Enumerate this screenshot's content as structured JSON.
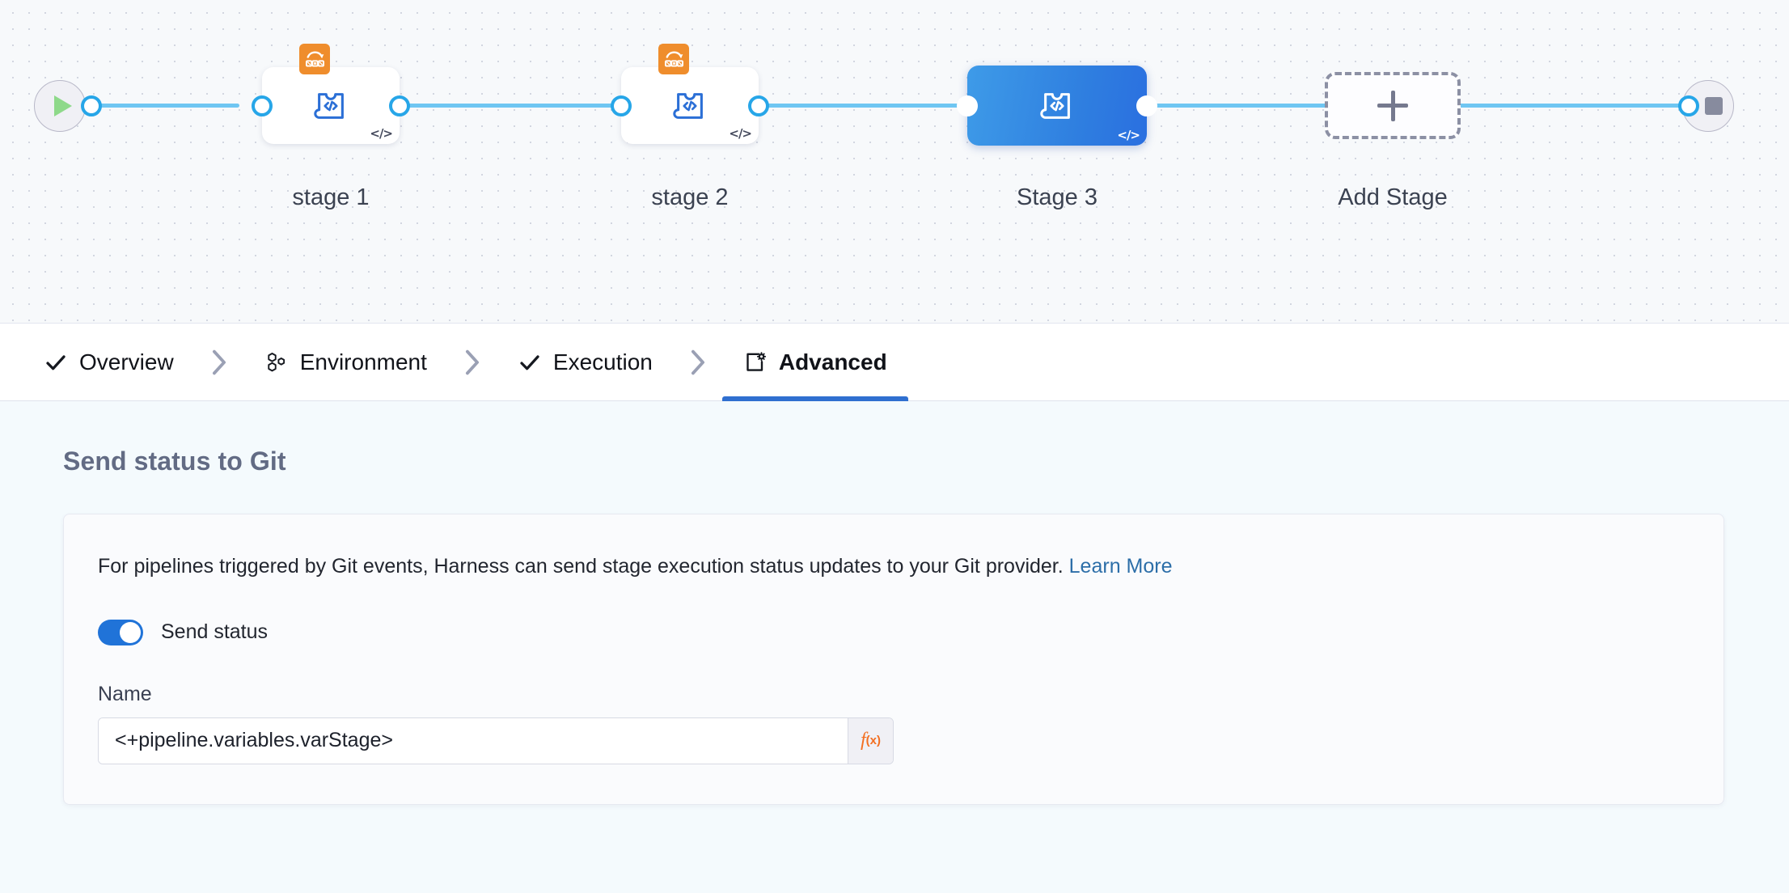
{
  "pipeline": {
    "start_node": {
      "icon": "play-icon",
      "name": "start-node"
    },
    "end_node": {
      "icon": "stop-icon",
      "name": "end-node"
    },
    "stages": [
      {
        "label": "stage 1",
        "selected": false,
        "has_matrix_badge": true,
        "icon": "ci-stage-icon",
        "corner_icon": "code-tag-icon"
      },
      {
        "label": "stage 2",
        "selected": false,
        "has_matrix_badge": true,
        "icon": "ci-stage-icon",
        "corner_icon": "code-tag-icon"
      },
      {
        "label": "Stage 3",
        "selected": true,
        "has_matrix_badge": false,
        "icon": "ci-stage-icon",
        "corner_icon": "code-tag-icon"
      }
    ],
    "add_stage": {
      "label": "Add Stage",
      "icon": "plus-icon"
    },
    "colors": {
      "connector": "#6fc6f2",
      "selected_stage_gradient_from": "#3e9be8",
      "selected_stage_gradient_to": "#2a6fe0",
      "matrix_badge": "#ef8d2c",
      "start_play": "#8ed98a",
      "end_stop": "#878b9e"
    }
  },
  "tabs": {
    "items": [
      {
        "label": "Overview",
        "icon": "check-icon",
        "active": false
      },
      {
        "label": "Environment",
        "icon": "infra-hex-icon",
        "active": false
      },
      {
        "label": "Execution",
        "icon": "check-icon",
        "active": false
      },
      {
        "label": "Advanced",
        "icon": "advanced-gear-icon",
        "active": true
      }
    ],
    "separator_icon": "chevron-right-icon",
    "active_underline_color": "#2f6fd0"
  },
  "advanced": {
    "section_title": "Send status to Git",
    "description_text": "For pipelines triggered by Git events, Harness can send stage execution status updates to your Git provider. ",
    "learn_more_label": "Learn More",
    "learn_more_color": "#2c6ea8",
    "toggle": {
      "label": "Send status",
      "on": true,
      "on_color": "#2073d8"
    },
    "name_field": {
      "label": "Name",
      "value": "<+pipeline.variables.varStage>",
      "placeholder": "Name",
      "expression_button": {
        "label": "f",
        "sub": "(x)",
        "color": "#f36f21",
        "name": "expression-fx-button"
      }
    }
  }
}
